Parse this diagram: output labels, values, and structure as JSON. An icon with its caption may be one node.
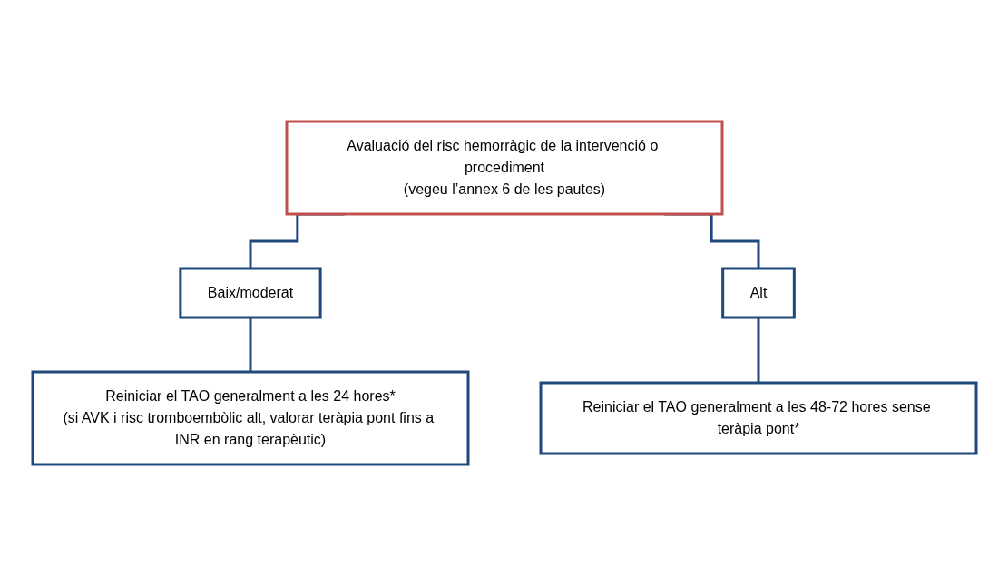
{
  "diagram": {
    "nodes": [
      {
        "text": [
          "Avaluació del risc hemorràgic de la intervenció o procediment",
          "(vegeu l’annex 6 de les pautes)"
        ]
      },
      {
        "text": [
          "Baix/moderat"
        ]
      },
      {
        "text": [
          "Alt"
        ]
      },
      {
        "text": [
          "Reiniciar el TAO generalment a les 24 hores*",
          "(si AVK i risc tromboembòlic alt, valorar teràpia pont fins a INR en rang terapèutic)"
        ]
      },
      {
        "text": [
          "Reiniciar el TAO generalment a les 48-72 hores sense teràpia pont*"
        ]
      }
    ],
    "edges": [
      {
        "from": 0,
        "to": 1,
        "arrow": "none"
      },
      {
        "from": 0,
        "to": 2,
        "arrow": "none"
      },
      {
        "from": 1,
        "to": 3,
        "arrow": "none"
      },
      {
        "from": 2,
        "to": 4,
        "arrow": "none"
      }
    ]
  }
}
